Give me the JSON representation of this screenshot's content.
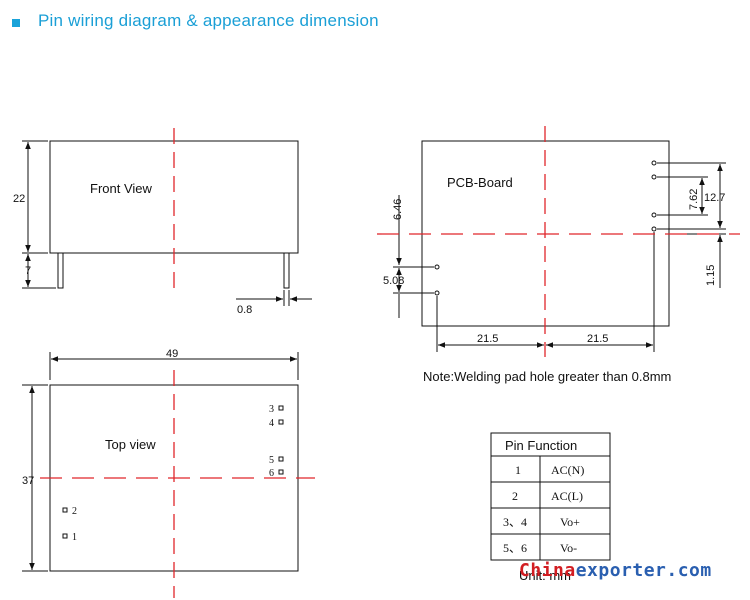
{
  "header": {
    "title": "Pin wiring diagram & appearance dimension"
  },
  "front_view": {
    "label": "Front View",
    "height": "22",
    "pin_length": "7",
    "pin_dia": "0.8"
  },
  "pcb_board": {
    "label": "PCB-Board",
    "dim_6_46": "6.46",
    "dim_5_08": "5.08",
    "dim_7_62": "7.62",
    "dim_12_7": "12.7",
    "dim_1_15": "1.15",
    "dim_21_5_left": "21.5",
    "dim_21_5_right": "21.5"
  },
  "note": "Note:Welding pad hole greater than 0.8mm",
  "top_view": {
    "label": "Top view",
    "width": "49",
    "height": "37",
    "pins": [
      "1",
      "2",
      "3",
      "4",
      "5",
      "6"
    ]
  },
  "pin_table": {
    "header": "Pin Function",
    "rows": [
      {
        "pin": "1",
        "func": "AC(N)"
      },
      {
        "pin": "2",
        "func": "AC(L)"
      },
      {
        "pin": "3、4",
        "func": "Vo+"
      },
      {
        "pin": "5、6",
        "func": "Vo-"
      }
    ]
  },
  "unit": "Unit: mm",
  "watermark": {
    "part1": "China",
    "part2": "exporter.com"
  },
  "colors": {
    "title": "#1a9fd6",
    "centerline": "#e0262b",
    "watermark_red": "#d21d22",
    "watermark_blue": "#2a5fb0"
  }
}
